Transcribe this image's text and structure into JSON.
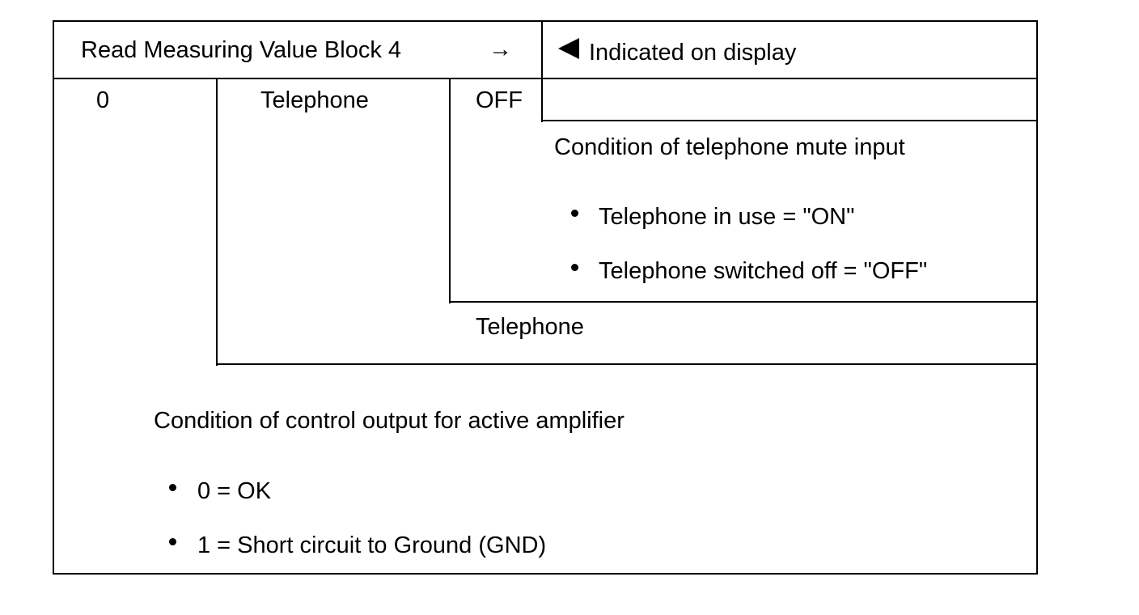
{
  "header": {
    "left_label": "Read Measuring Value Block 4",
    "arrow": "→",
    "indicator_icon": "left-pointing-triangle",
    "right_label": "Indicated on display"
  },
  "fields": {
    "display_group": "0",
    "field1_name": "Telephone",
    "field2_value": "OFF"
  },
  "mute_input": {
    "title": "Condition of telephone mute input",
    "items": [
      "Telephone in use = \"ON\"",
      "Telephone switched off = \"OFF\""
    ]
  },
  "telephone_label": "Telephone",
  "amplifier": {
    "title": "Condition of control output for active amplifier",
    "items": [
      "0 = OK",
      "1 = Short circuit to Ground (GND)"
    ]
  }
}
